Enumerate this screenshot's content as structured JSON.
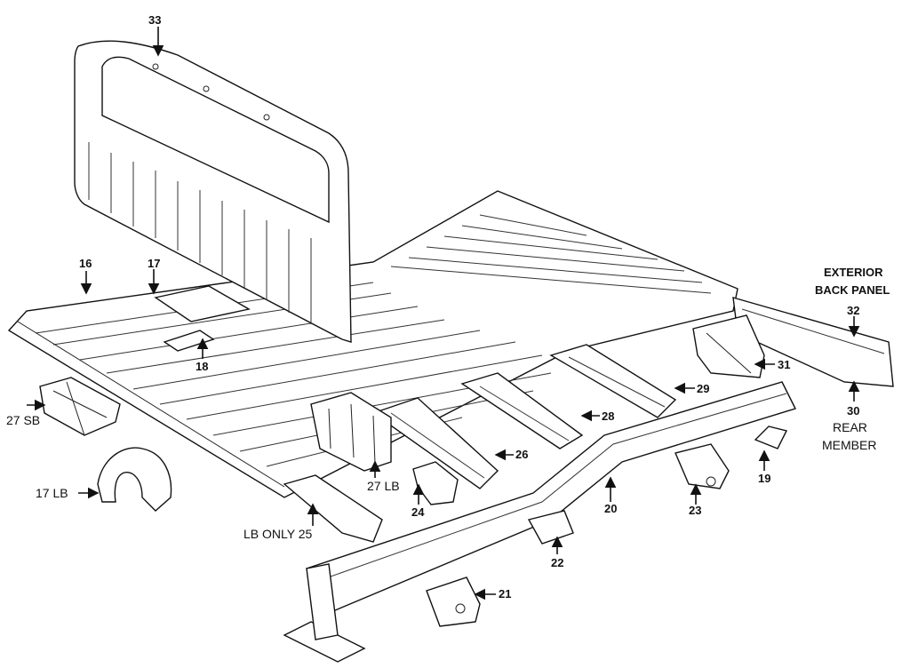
{
  "callouts": {
    "c33": "33",
    "c16": "16",
    "c17": "17",
    "c18": "18",
    "c27sb": "27 SB",
    "c17lb": "17 LB",
    "c27lb": "27 LB",
    "c24": "24",
    "c25": "LB ONLY 25",
    "c26": "26",
    "c28": "28",
    "c29": "29",
    "c20": "20",
    "c22": "22",
    "c21": "21",
    "c23": "23",
    "c19": "19",
    "c31": "31",
    "c32": "32",
    "c30": "30",
    "exterior_line1": "EXTERIOR",
    "exterior_line2": "BACK PANEL",
    "rear_line1": "REAR",
    "rear_line2": "MEMBER"
  }
}
